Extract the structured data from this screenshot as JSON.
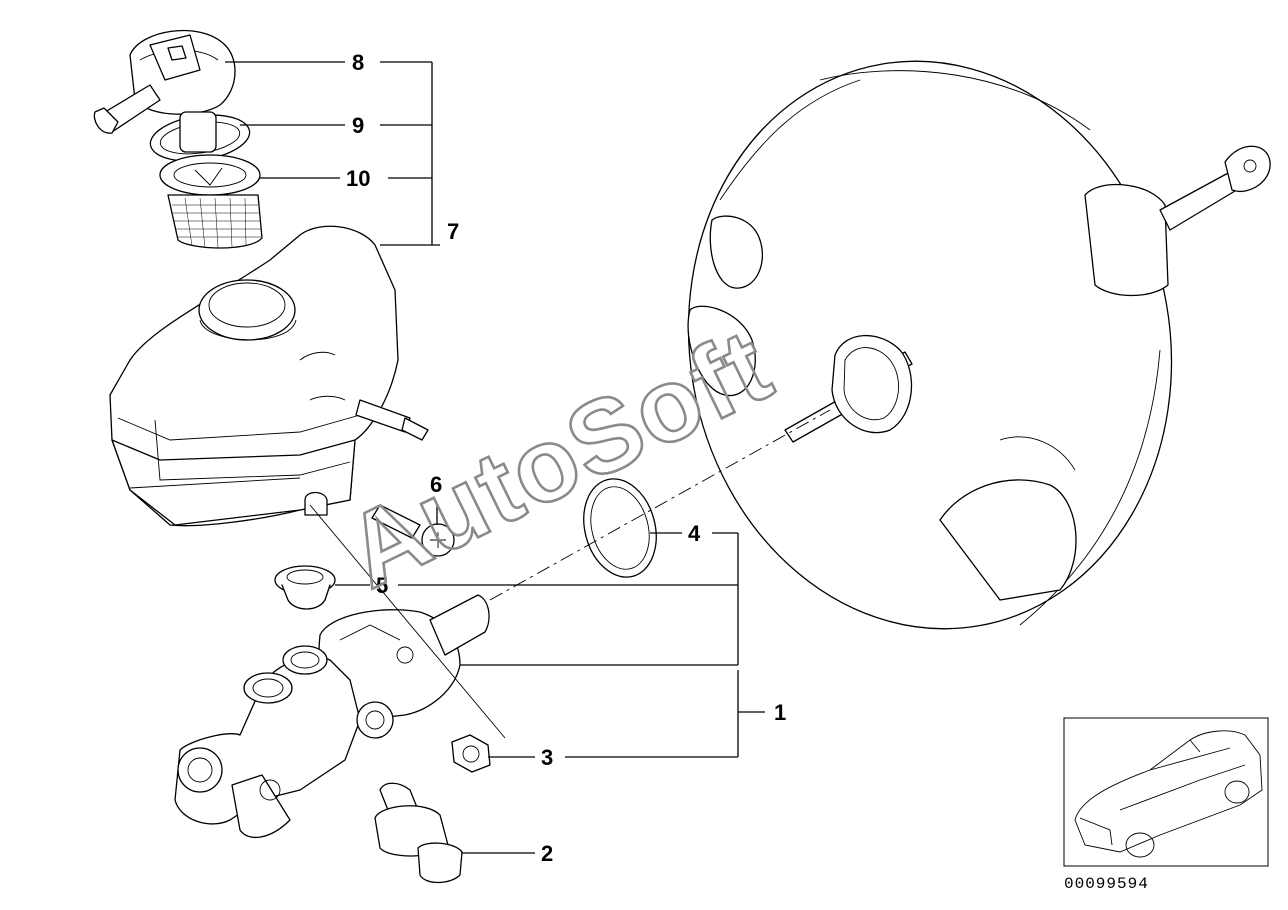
{
  "diagram": {
    "callouts": [
      "1",
      "2",
      "3",
      "4",
      "5",
      "6",
      "7",
      "8",
      "9",
      "10"
    ],
    "watermark": "AutoSoft",
    "document_number": "00099594"
  }
}
